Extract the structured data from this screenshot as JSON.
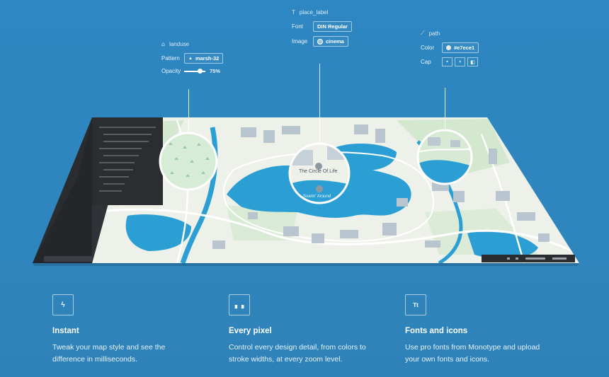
{
  "panels": {
    "landuse": {
      "title": "landuse",
      "icon": "landuse-icon",
      "pattern_label": "Pattern",
      "pattern_value": "marsh-32",
      "opacity_label": "Opacity",
      "opacity_value": "75%",
      "opacity_level": 0.75
    },
    "place_label": {
      "title": "place_label",
      "icon": "text-icon",
      "font_label": "Font",
      "font_value": "DIN Regular",
      "image_label": "Image",
      "image_value": "cinema"
    },
    "path": {
      "title": "path",
      "icon": "line-icon",
      "color_label": "Color",
      "color_value": "#e7ece1",
      "cap_label": "Cap"
    }
  },
  "map": {
    "poi_label": "The Circle Of Life",
    "poi_label_2": "Soarin' Around"
  },
  "features": [
    {
      "icon": "lightning-icon",
      "icon_glyph": "ϟ",
      "title": "Instant",
      "desc_line1": "Tweak your map style and see the",
      "desc_line2": "difference in milliseconds."
    },
    {
      "icon": "bars-icon",
      "icon_glyph": "▖▗",
      "title": "Every pixel",
      "desc_line1": "Control every design detail, from colors to",
      "desc_line2": "stroke widths, at every zoom level."
    },
    {
      "icon": "text-size-icon",
      "icon_glyph": "Tt",
      "title": "Fonts and icons",
      "desc_line1": "Use pro fonts from Monotype and upload",
      "desc_line2": "your own fonts and icons."
    }
  ],
  "colors": {
    "background": "#2f86bf",
    "water": "#2b9fd4",
    "land": "#e7ece1",
    "park": "#c7e3c0",
    "building": "#b5c2cc",
    "sidebar": "#2a2c30"
  }
}
